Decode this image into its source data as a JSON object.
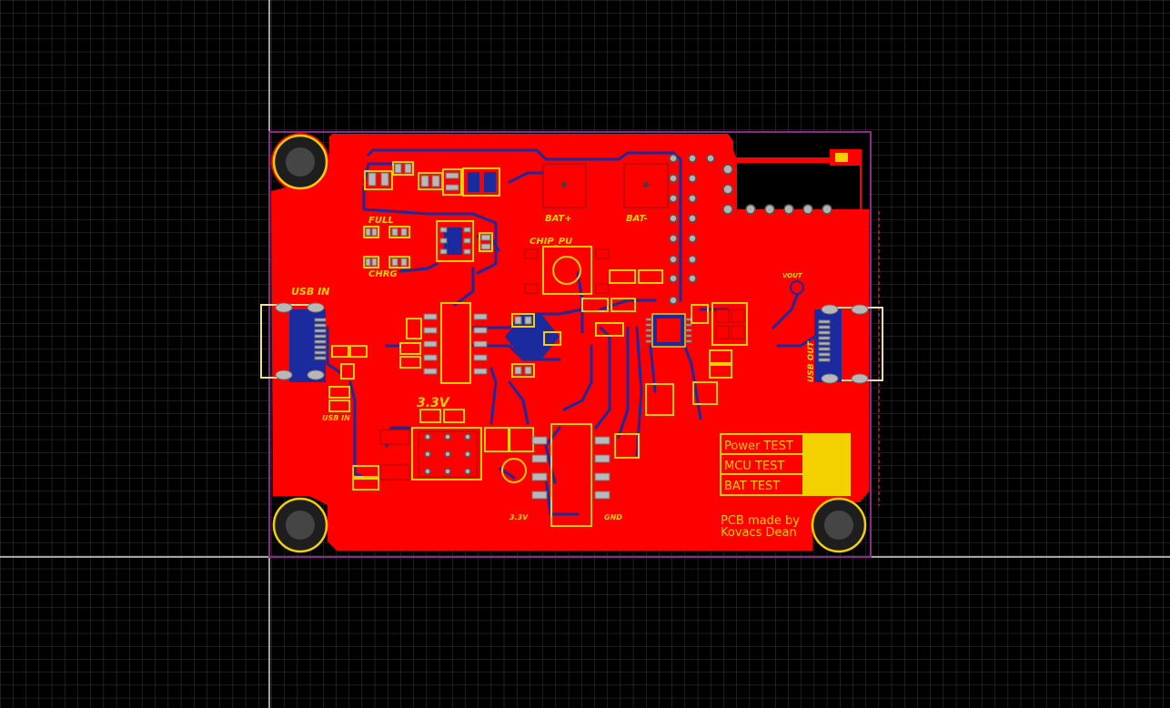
{
  "board": {
    "labels": {
      "full": "FULL",
      "chrg": "CHRG",
      "usb_in_top": "USB IN",
      "usb_in_bottom": "USB IN",
      "bat_plus": "BAT+",
      "bat_minus": "BAT-",
      "chip_pu": "CHIP_PU",
      "v33_big": "3.3V",
      "v33_small": "3.3V",
      "gnd": "GND",
      "vout": "VOUT",
      "usb_out": "USB OUT"
    },
    "test_table": {
      "rows": [
        "Power TEST",
        "MCU TEST",
        "BAT TEST"
      ]
    },
    "credit": {
      "line1": "PCB made by",
      "line2": "Kovacs Dean"
    }
  },
  "colors": {
    "background": "#000000",
    "grid": "#3a3a3a",
    "copper_top": "#ff0000",
    "copper_bottom": "#1b2a9c",
    "silkscreen": "#f5d000",
    "board_outline": "#8a2a8a",
    "pad": "#b8b8b8"
  }
}
